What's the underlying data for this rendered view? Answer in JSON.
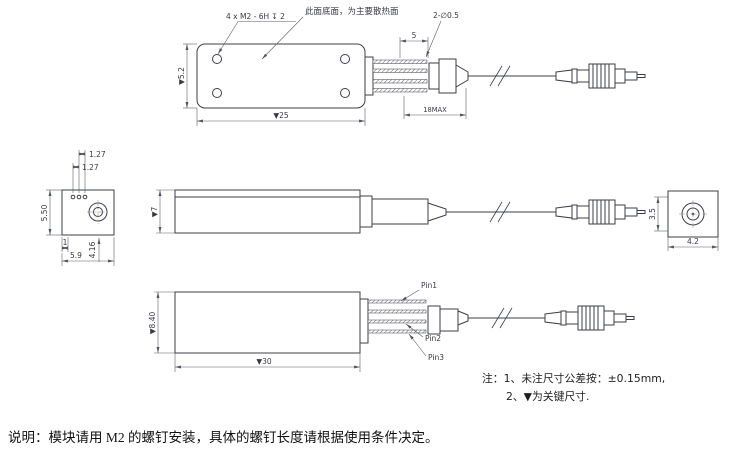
{
  "top_view": {
    "screw_callout": "4 x M2 - 6H ↧ 2",
    "surface_callout": "此面底面，为主要散热面",
    "dim_width": "▼5.2",
    "dim_length": "▼25",
    "dim_pin_pitch": "5",
    "dim_pin_dia": "2-∅0.5",
    "dim_max": "18MAX"
  },
  "front_view": {
    "dim_pitch_a": "1.27",
    "dim_pitch_b": "1.27",
    "dim_height": "5.50",
    "dim_offset": "1",
    "dim_center": "4.16",
    "dim_width": "5.9"
  },
  "side_view": {
    "dim_height": "▼7"
  },
  "fc_view": {
    "dim_key": "3.5",
    "dim_width": "4.2"
  },
  "bottom_view": {
    "dim_height": "▼8.40",
    "dim_length": "▼30",
    "pins": [
      "Pin1",
      "Pin2",
      "Pin3"
    ]
  },
  "notes": {
    "line1": "注：1、未注尺寸公差按：±0.15mm,",
    "line2": "2、▼为关键尺寸."
  },
  "footer": {
    "note": "说明：模块请用 M2 的螺钉安装，具体的螺钉长度请根据使用条件决定。"
  }
}
